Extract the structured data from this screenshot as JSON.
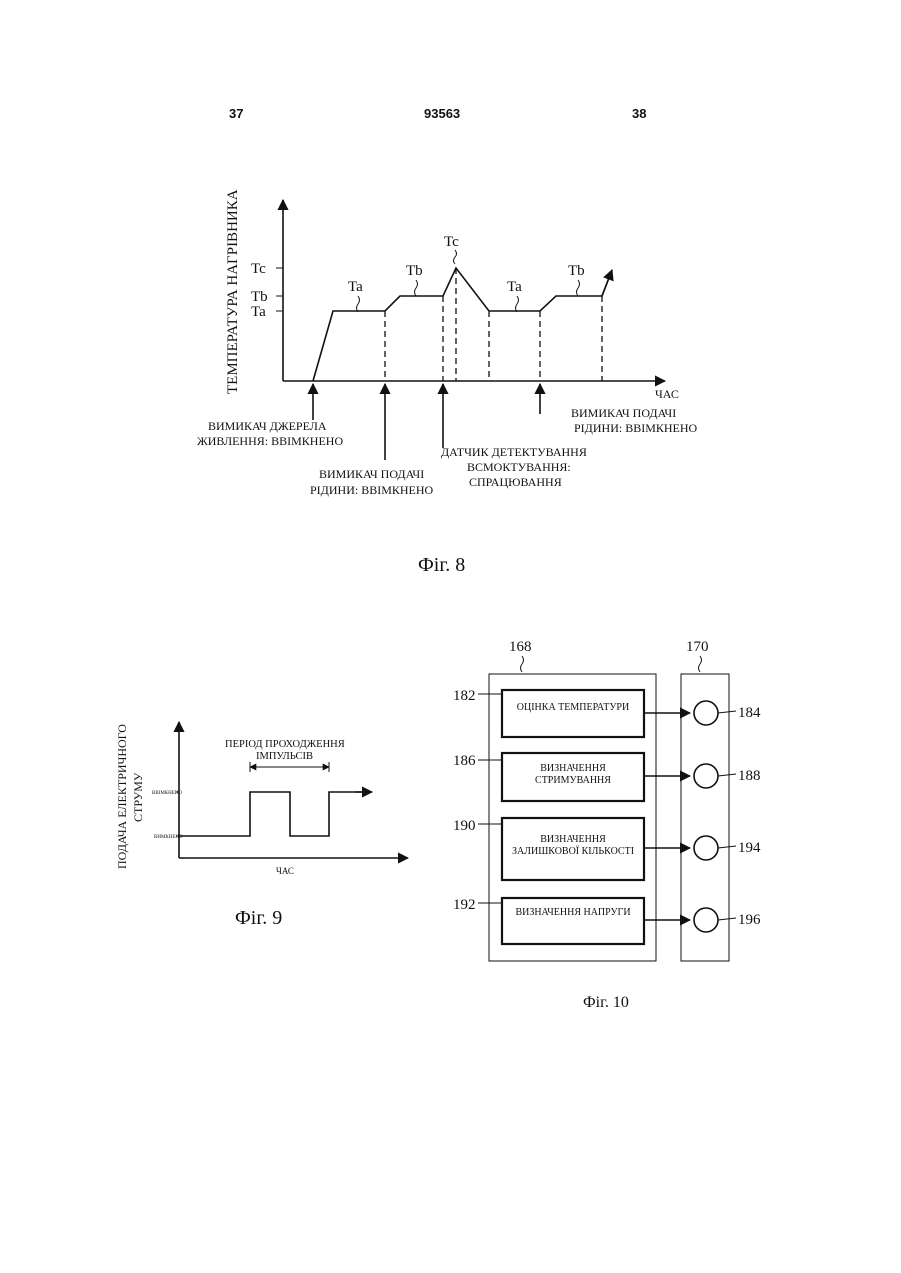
{
  "header": {
    "left_page": "37",
    "doc_number": "93563",
    "right_page": "38"
  },
  "fig8": {
    "caption": "Фіг. 8",
    "ylabel": "ТЕМПЕРАТУРА НАГРІВНИКА",
    "xlabel": "ЧАС",
    "y_ticks": [
      "Tc",
      "Tb",
      "Ta"
    ],
    "segment_labels": [
      "Ta",
      "Tb",
      "Tc",
      "Ta",
      "Tb"
    ],
    "events": [
      {
        "line1": "ВИМИКАЧ ДЖЕРЕЛА",
        "line2": "ЖИВЛЕННЯ: ВВІМКНЕНО"
      },
      {
        "line1": "ВИМИКАЧ ПОДАЧІ",
        "line2": "РІДИНИ: ВВІМКНЕНО"
      },
      {
        "line1": "ДАТЧИК ДЕТЕКТУВАННЯ",
        "line2": "ВСМОКТУВАННЯ:",
        "line3": "СПРАЦЮВАННЯ"
      },
      {
        "line1": "ВИМИКАЧ ПОДАЧІ",
        "line2": "РІДИНИ: ВВІМКНЕНО"
      }
    ]
  },
  "fig9": {
    "caption": "Фіг. 9",
    "ylabel_line1": "ПОДАЧА ЕЛЕКТРИЧНОГО",
    "ylabel_line2": "СТРУМУ",
    "xlabel": "ЧАС",
    "level_on": "ВВІМКНЕНО",
    "level_off": "ВИМКНЕНО",
    "period_line1": "ПЕРІОД ПРОХОДЖЕННЯ",
    "period_line2": "ІМПУЛЬСІВ"
  },
  "fig10": {
    "caption": "Фіг. 10",
    "group_left": "168",
    "group_right": "170",
    "blocks": [
      {
        "ref": "182",
        "label1": "ОЦІНКА ТЕМПЕРАТУРИ",
        "label2": "",
        "out": "184"
      },
      {
        "ref": "186",
        "label1": "ВИЗНАЧЕННЯ",
        "label2": "СТРИМУВАННЯ",
        "out": "188"
      },
      {
        "ref": "190",
        "label1": "ВИЗНАЧЕННЯ",
        "label2": "ЗАЛИШКОВОЇ КІЛЬКОСТІ",
        "out": "194"
      },
      {
        "ref": "192",
        "label1": "ВИЗНАЧЕННЯ НАПРУГИ",
        "label2": "",
        "out": "196"
      }
    ]
  }
}
